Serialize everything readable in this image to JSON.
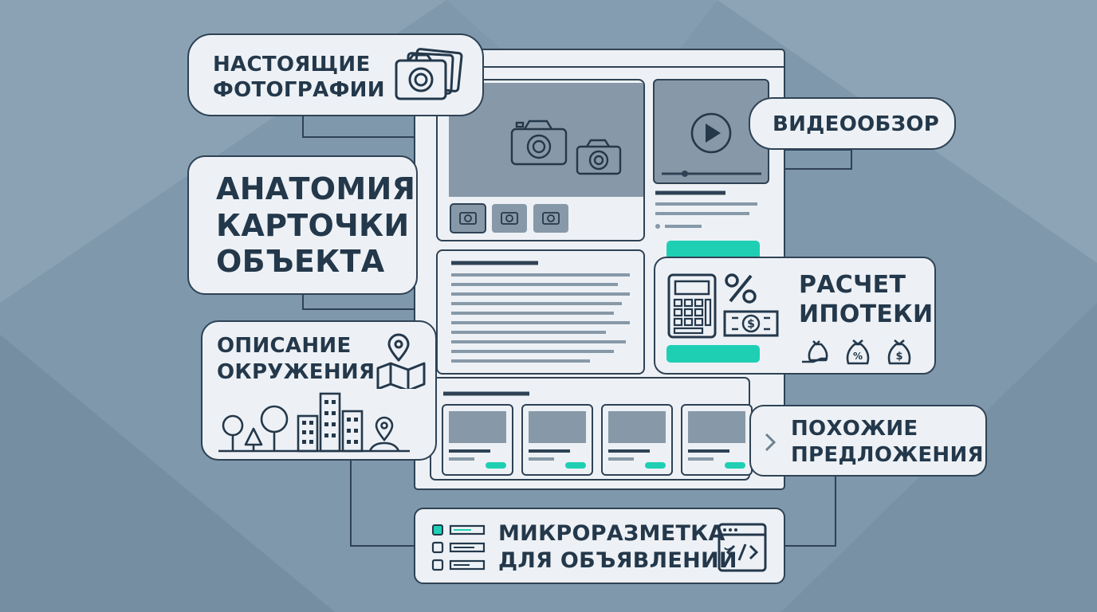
{
  "diagram": {
    "title_lines": [
      "АНАТОМИЯ",
      "КАРТОЧКИ",
      "ОБЪЕКТА"
    ],
    "callouts": {
      "photos": {
        "lines": [
          "НАСТОЯЩИЕ",
          "ФОТОГРАФИИ"
        ],
        "icon": "photo-stack-icon"
      },
      "video": {
        "lines": [
          "ВИДЕООБЗОР"
        ],
        "icon": "play-icon"
      },
      "mortgage": {
        "lines": [
          "РАСЧЕТ",
          "ИПОТЕКИ"
        ],
        "icons": [
          "calculator-icon",
          "percent-icon",
          "banknote-icon",
          "money-bag-icon"
        ]
      },
      "environment": {
        "lines": [
          "ОПИСАНИЕ",
          "ОКРУЖЕНИЯ"
        ],
        "icons": [
          "map-pin-icon",
          "map-icon",
          "tree-icon",
          "building-icon"
        ]
      },
      "similar": {
        "lines": [
          "ПОХОЖИЕ",
          "ПРЕДЛОЖЕНИЯ"
        ],
        "icon": "chevron-right-icon"
      },
      "markup": {
        "lines": [
          "МИКРОРАЗМЕТКА",
          "ДЛЯ ОБЪЯВЛЕНИЙ"
        ],
        "icons": [
          "list-icon",
          "code-window-icon"
        ]
      }
    },
    "colors": {
      "background": "#7f98ab",
      "panel": "#edf1f5",
      "outline": "#2f4255",
      "placeholder": "#8799a8",
      "accent": "#1fcfb4"
    }
  }
}
